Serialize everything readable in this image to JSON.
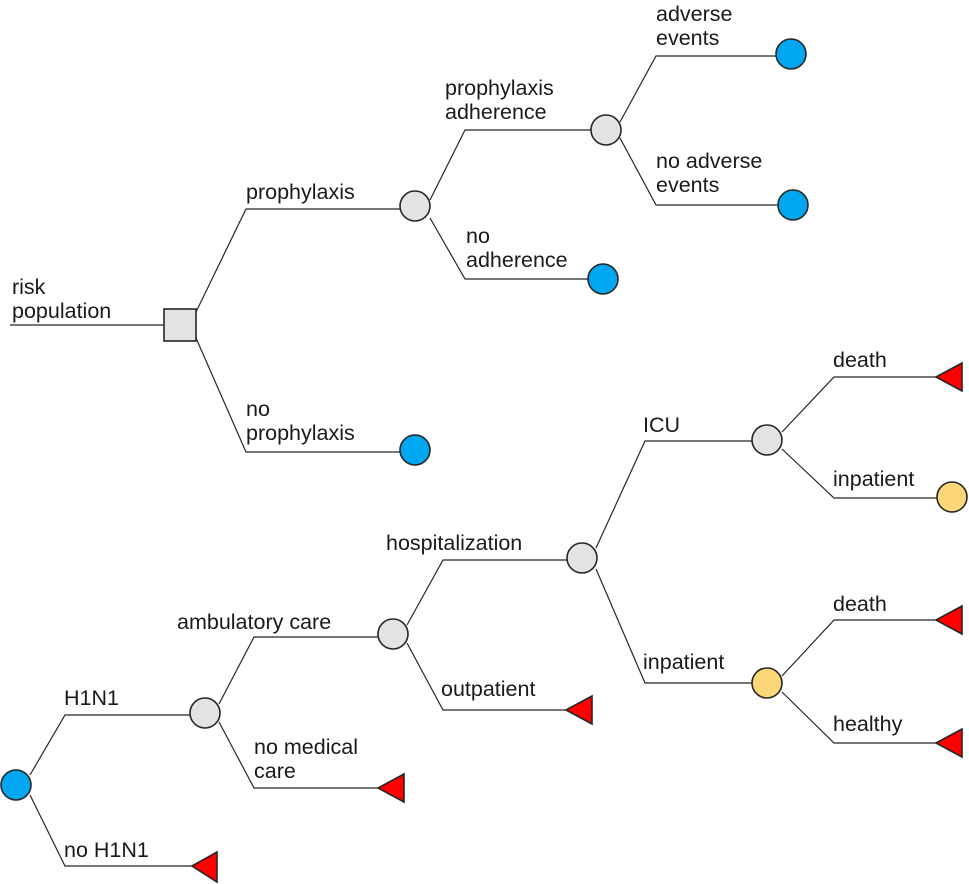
{
  "colors": {
    "chance_node": "#e3e3e3",
    "decision_node": "#e3e3e3",
    "blue_node": "#00a7f0",
    "yellow_node": "#fcd778",
    "terminal": "#ff0000",
    "line": "#262626"
  },
  "node_shapes": {
    "decision": "square",
    "chance": "circle",
    "terminal": "triangle"
  },
  "tree1": {
    "root_label": [
      "risk",
      "population"
    ],
    "branch_prophylaxis": "prophylaxis",
    "branch_no_prophylaxis": [
      "no",
      "prophylaxis"
    ],
    "branch_adherence": [
      "prophylaxis",
      "adherence"
    ],
    "branch_no_adherence": [
      "no",
      "adherence"
    ],
    "branch_adverse": [
      "adverse",
      "events"
    ],
    "branch_no_adverse": [
      "no adverse",
      "events"
    ]
  },
  "tree2": {
    "branch_h1n1": "H1N1",
    "branch_no_h1n1": "no H1N1",
    "branch_ambulatory": "ambulatory care",
    "branch_no_medical": [
      "no medical",
      "care"
    ],
    "branch_hospitalization": "hospitalization",
    "branch_outpatient": "outpatient",
    "branch_icu": "ICU",
    "branch_inpatient": "inpatient",
    "icu_death": "death",
    "icu_inpatient": "inpatient",
    "inpatient_death": "death",
    "inpatient_healthy": "healthy"
  }
}
